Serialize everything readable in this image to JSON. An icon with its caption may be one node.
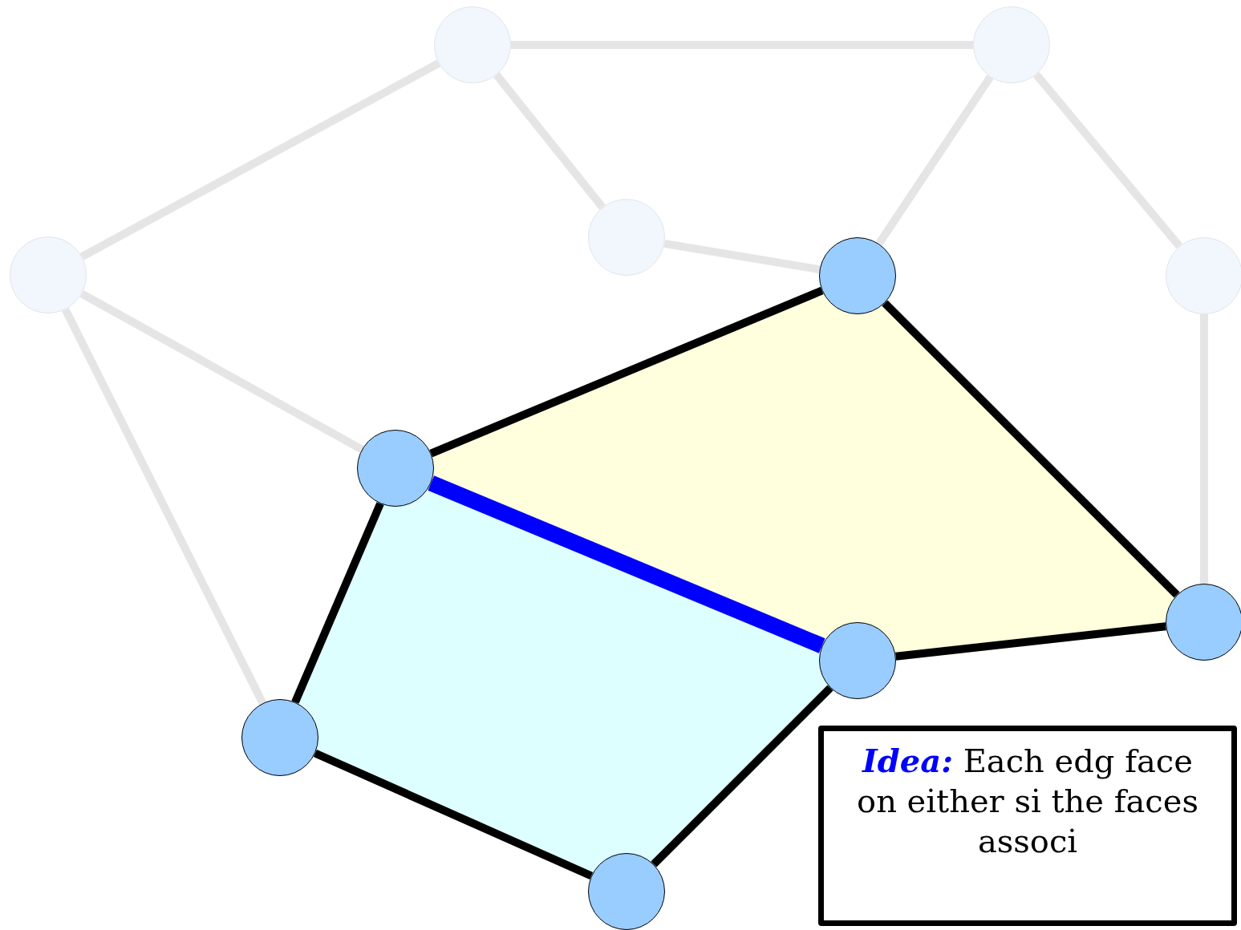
{
  "diagram": {
    "nodes": [
      {
        "text": [],
        "shape": "circle"
      },
      {
        "text": [],
        "shape": "circle"
      },
      {
        "text": [],
        "shape": "circle"
      },
      {
        "text": [],
        "shape": "circle"
      },
      {
        "text": [],
        "shape": "circle"
      },
      {
        "text": [],
        "shape": "circle"
      },
      {
        "text": [],
        "shape": "circle"
      },
      {
        "text": [],
        "shape": "circle"
      },
      {
        "text": [],
        "shape": "circle"
      },
      {
        "text": [],
        "shape": "circle"
      },
      {
        "text": [],
        "shape": "circle"
      },
      {
        "text": [
          "**Idea:** Each edg face on either si the faces associ"
        ]
      }
    ],
    "edges": [
      {
        "from": 0,
        "to": 1,
        "arrow": "none"
      },
      {
        "from": 0,
        "to": 3,
        "arrow": "none"
      },
      {
        "from": 0,
        "to": 2,
        "arrow": "none"
      },
      {
        "from": 1,
        "to": 4,
        "arrow": "none"
      },
      {
        "from": 1,
        "to": 5,
        "arrow": "none"
      },
      {
        "from": 2,
        "to": 4,
        "arrow": "none"
      },
      {
        "from": 3,
        "to": 6,
        "arrow": "none"
      },
      {
        "from": 3,
        "to": 9,
        "arrow": "none"
      },
      {
        "from": 5,
        "to": 7,
        "arrow": "none"
      },
      {
        "from": 6,
        "to": 4,
        "arrow": "none",
        "color": "#000000"
      },
      {
        "from": 4,
        "to": 7,
        "arrow": "none",
        "color": "#000000"
      },
      {
        "from": 7,
        "to": 8,
        "arrow": "none",
        "color": "#000000"
      },
      {
        "from": 6,
        "to": 8,
        "arrow": "none",
        "style": "thick",
        "color": "#0000ff"
      },
      {
        "from": 6,
        "to": 9,
        "arrow": "none",
        "color": "#000000"
      },
      {
        "from": 9,
        "to": 10,
        "arrow": "none",
        "color": "#000000"
      },
      {
        "from": 10,
        "to": 8,
        "arrow": "none",
        "color": "#000000"
      }
    ]
  }
}
